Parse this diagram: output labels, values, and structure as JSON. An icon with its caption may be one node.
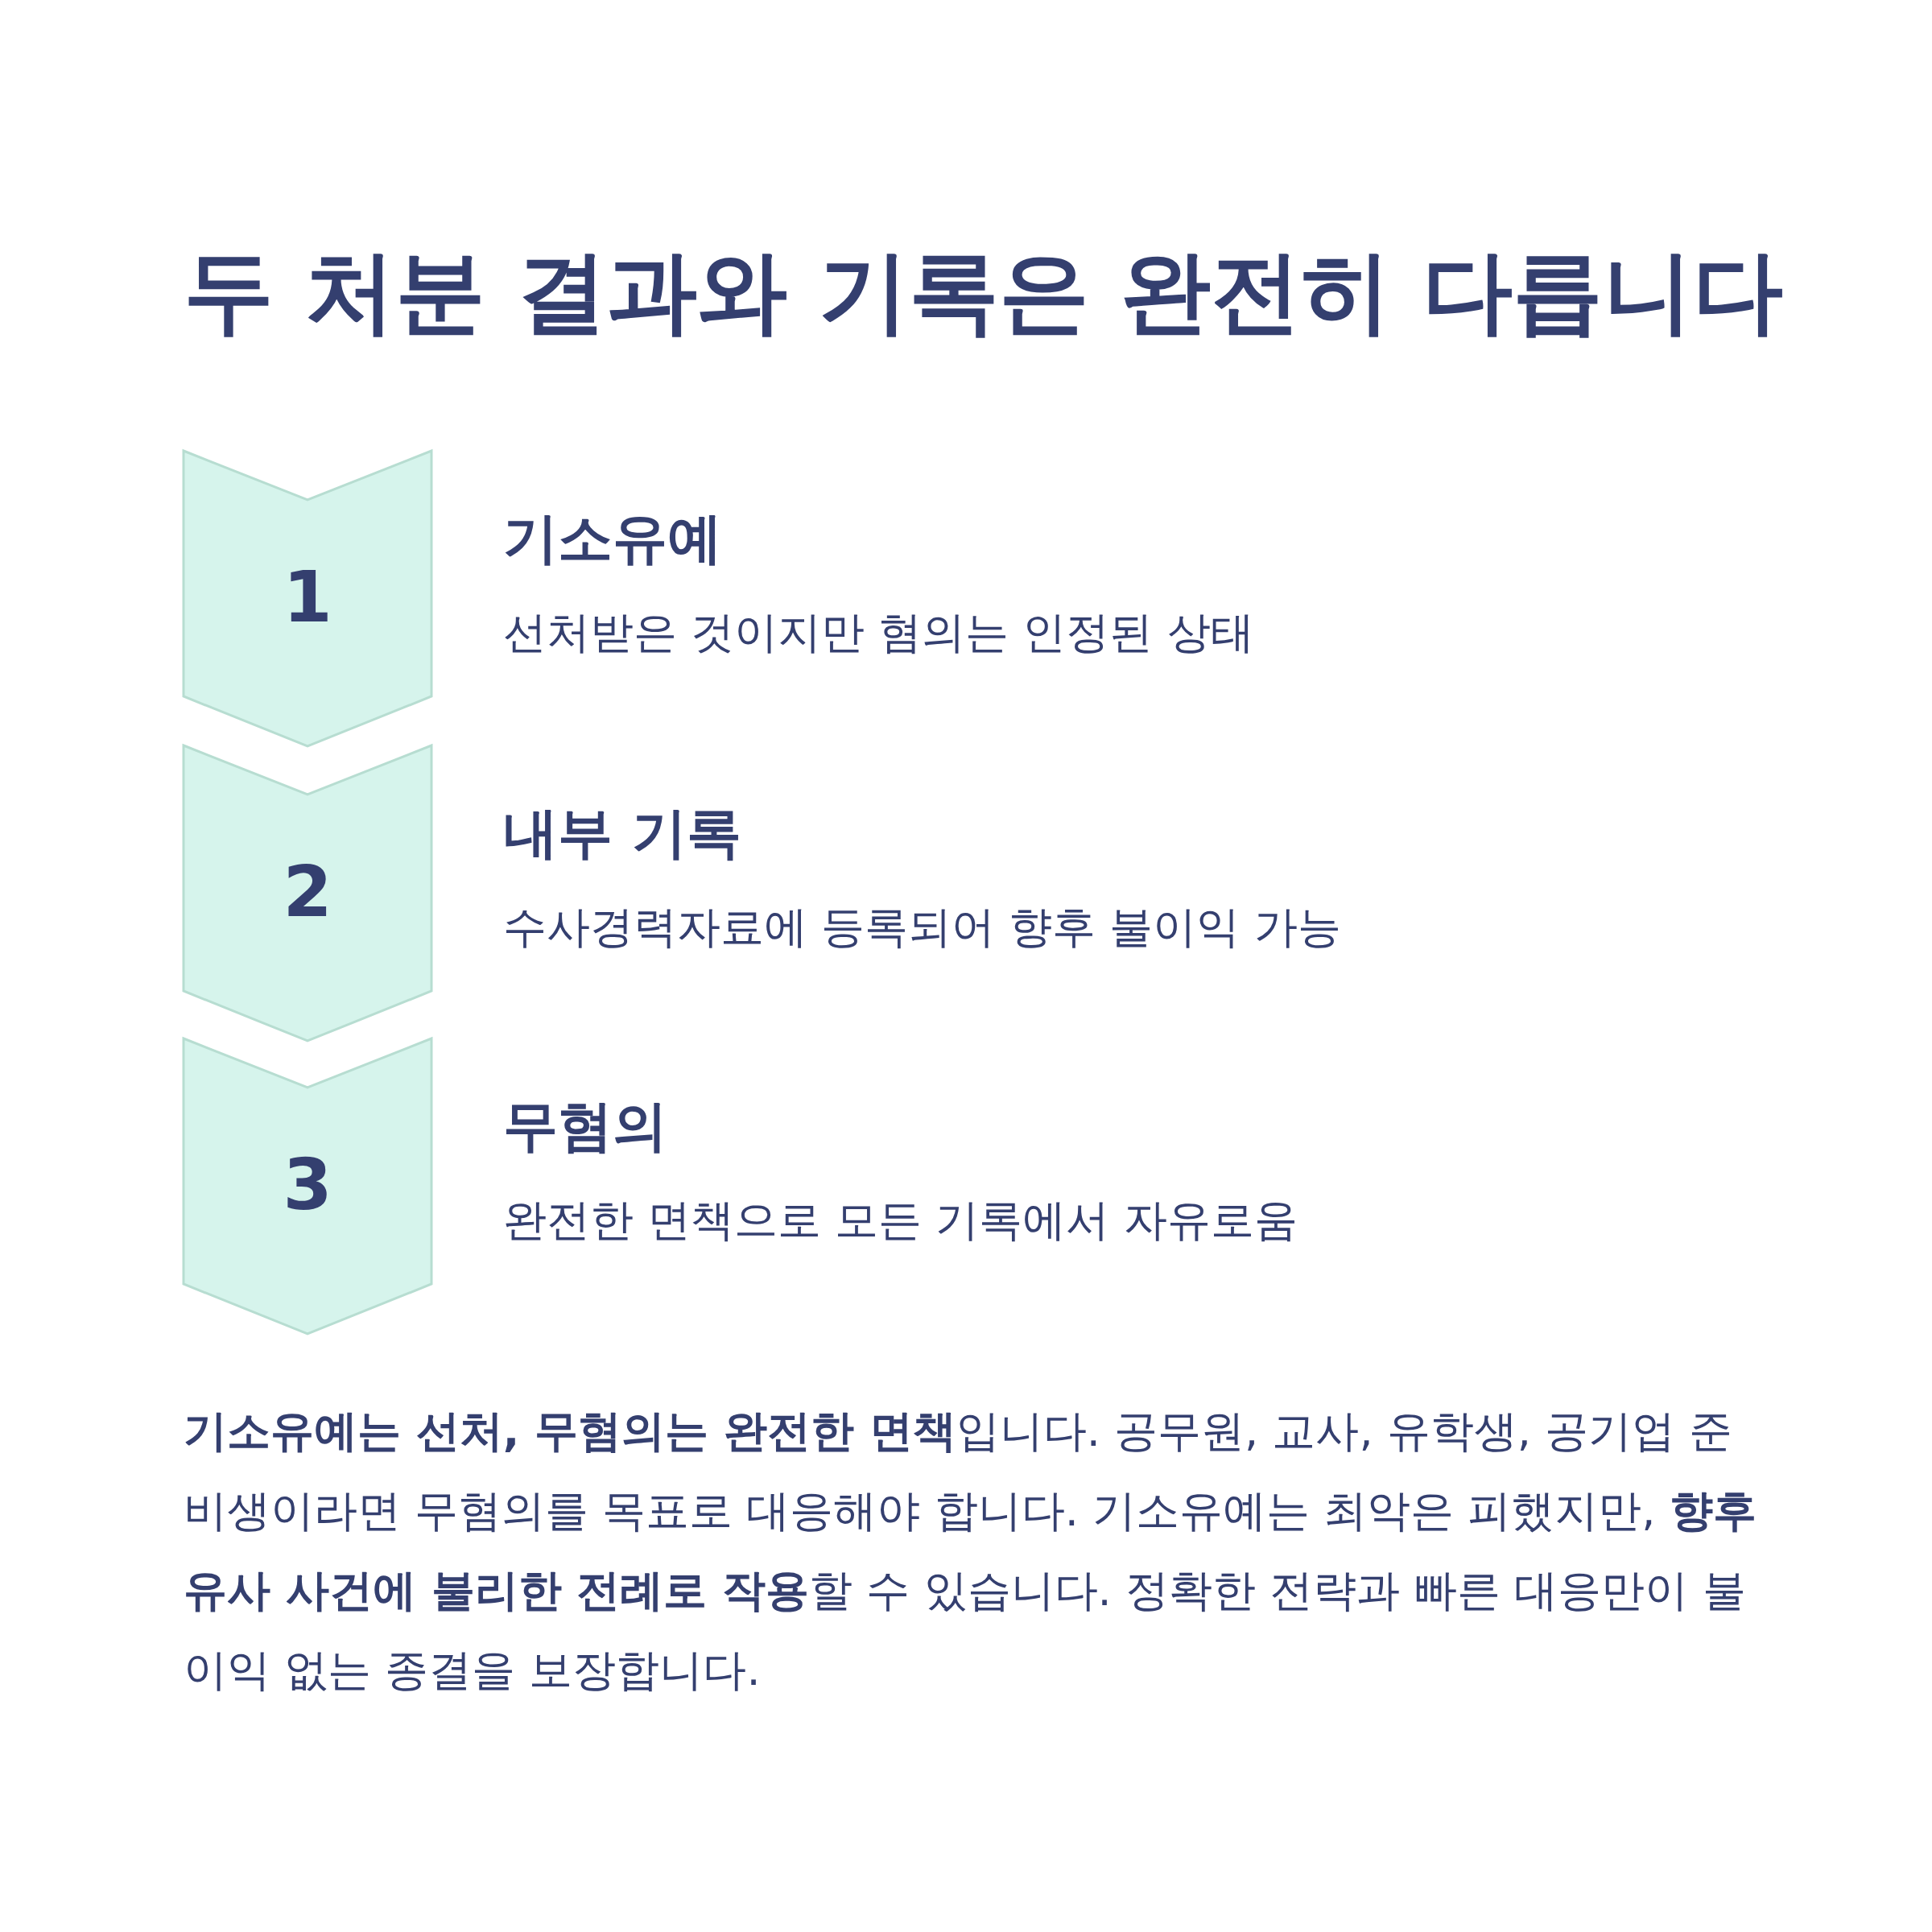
{
  "diagram": {
    "title": "두 처분 결과와 기록은 완전히 다릅니다",
    "nodes": [
      {
        "text": [
          "1"
        ],
        "beside": [
          "기소유예",
          "선처받은 것이지만 혐의는 인정된 상태"
        ]
      },
      {
        "text": [
          "2"
        ],
        "beside": [
          "내부 기록",
          "수사경력자료에 등록되어 향후 불이익 가능"
        ]
      },
      {
        "text": [
          "3"
        ],
        "beside": [
          "무혐의",
          "완전한 면책으로 모든 기록에서 자유로움"
        ]
      }
    ],
    "edges": [],
    "labels": [
      "**기소유예는 선처, 무혐의는 완전한 면책**입니다. 공무원, 교사, 유학생, 공기업 준비생이라면 무혐의를 목표로 대응해야 합니다. 기소유예는 최악은 피했지만, **향후 유사 사건에 불리한 전례로 작용**할 수 있습니다. 정확한 전략과 빠른 대응만이 불이익 없는 종결을 보장합니다."
    ]
  }
}
